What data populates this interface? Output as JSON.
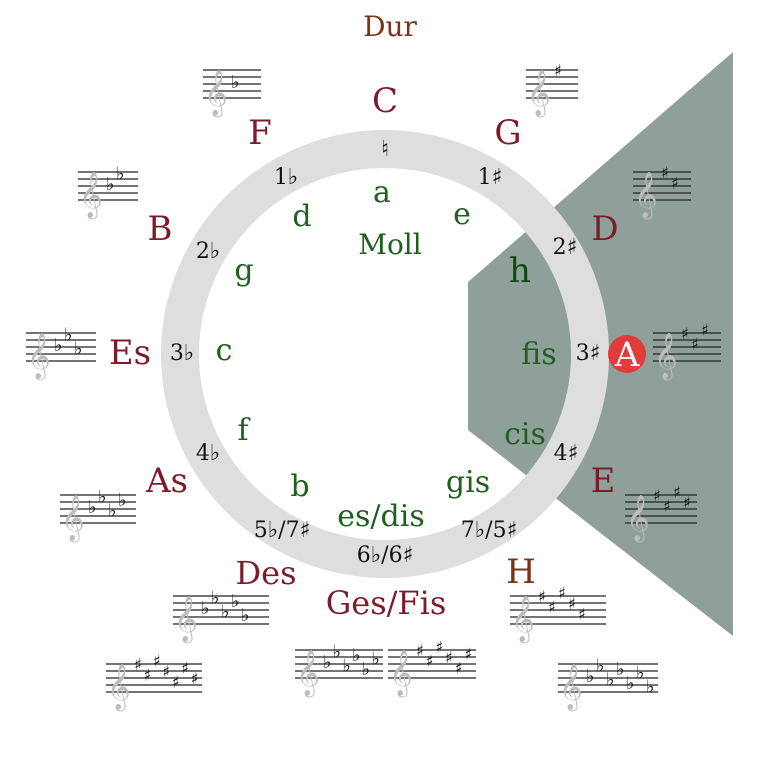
{
  "title_top": "Dur",
  "title_center": "Moll",
  "colors": {
    "major": "#7b1c2a",
    "minor": "#1f5f1f",
    "ring": "#dddddd",
    "wedge": "#8fa09a",
    "highlight": "#e33b3b"
  },
  "highlighted_key": "A",
  "major_keys": [
    "C",
    "G",
    "D",
    "A",
    "E",
    "H",
    "Ges/Fis",
    "Des",
    "As",
    "Es",
    "B",
    "F"
  ],
  "minor_keys": [
    "a",
    "e",
    "h",
    "fis",
    "cis",
    "gis",
    "es/dis",
    "b",
    "f",
    "c",
    "g",
    "d"
  ],
  "signatures": [
    "♮",
    "1♯",
    "2♯",
    "3♯",
    "4♯",
    "7♭/5♯",
    "6♭/6♯",
    "5♭/7♯",
    "4♭",
    "3♭",
    "2♭",
    "1♭"
  ],
  "staff_icons": {
    "clef": "treble-clef-icon",
    "sharp": "sharp-icon",
    "flat": "flat-icon"
  },
  "staves": [
    {
      "acc": "flat",
      "count": 1
    },
    {
      "acc": "sharp",
      "count": 1
    },
    {
      "acc": "flat",
      "count": 2
    },
    {
      "acc": "sharp",
      "count": 2
    },
    {
      "acc": "flat",
      "count": 3
    },
    {
      "acc": "sharp",
      "count": 3
    },
    {
      "acc": "flat",
      "count": 4
    },
    {
      "acc": "sharp",
      "count": 4
    },
    {
      "acc": "flat",
      "count": 5
    },
    {
      "acc": "sharp",
      "count": 5
    },
    {
      "acc": "sharp",
      "count": 7
    },
    {
      "acc": "flat",
      "count": 6
    },
    {
      "acc": "sharp",
      "count": 6
    },
    {
      "acc": "flat",
      "count": 7
    }
  ]
}
